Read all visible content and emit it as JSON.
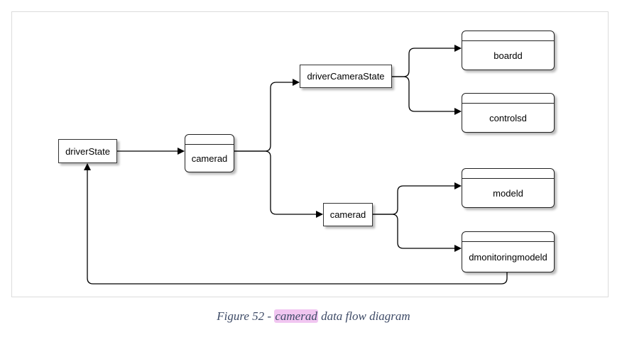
{
  "diagram": {
    "nodes": {
      "driverState": "driverState",
      "camerad_process": "camerad",
      "driverCameraState": "driverCameraState",
      "camerad_msg": "camerad",
      "boardd": "boardd",
      "controlsd": "controlsd",
      "modeld": "modeld",
      "dmonitoringmodeld": "dmonitoringmodeld"
    }
  },
  "caption": {
    "prefix": "Figure 52 - ",
    "highlight": "camerad",
    "suffix": " data flow diagram"
  }
}
